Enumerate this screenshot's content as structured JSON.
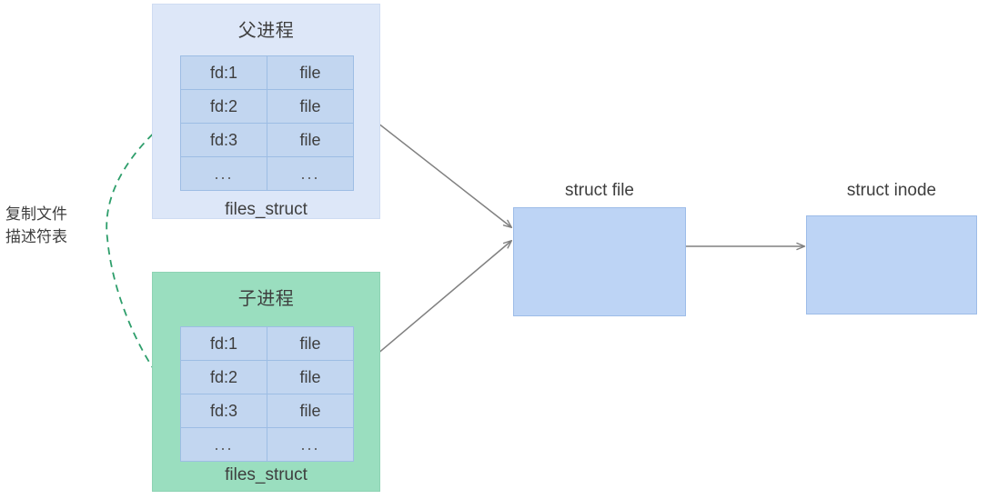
{
  "diagram": {
    "title_note": {
      "line1": "复制文件",
      "line2": "描述符表"
    },
    "parent_process": {
      "title": "父进程",
      "footer": "files_struct",
      "fill_color": "#dde7f8",
      "table": {
        "rows": [
          {
            "fd": "fd:1",
            "file": "file"
          },
          {
            "fd": "fd:2",
            "file": "file"
          },
          {
            "fd": "fd:3",
            "file": "file"
          },
          {
            "fd": "...",
            "file": "..."
          }
        ]
      }
    },
    "child_process": {
      "title": "子进程",
      "footer": "files_struct",
      "fill_color": "#9adebf",
      "table": {
        "rows": [
          {
            "fd": "fd:1",
            "file": "file"
          },
          {
            "fd": "fd:2",
            "file": "file"
          },
          {
            "fd": "fd:3",
            "file": "file"
          },
          {
            "fd": "...",
            "file": "..."
          }
        ]
      }
    },
    "struct_file": {
      "label": "struct file",
      "fill_color": "#bdd4f5"
    },
    "struct_inode": {
      "label": "struct inode",
      "fill_color": "#bdd4f5"
    },
    "connectors": {
      "copy_arrow_color": "#2e9e6b",
      "solid_arrow_color": "#808080"
    }
  }
}
